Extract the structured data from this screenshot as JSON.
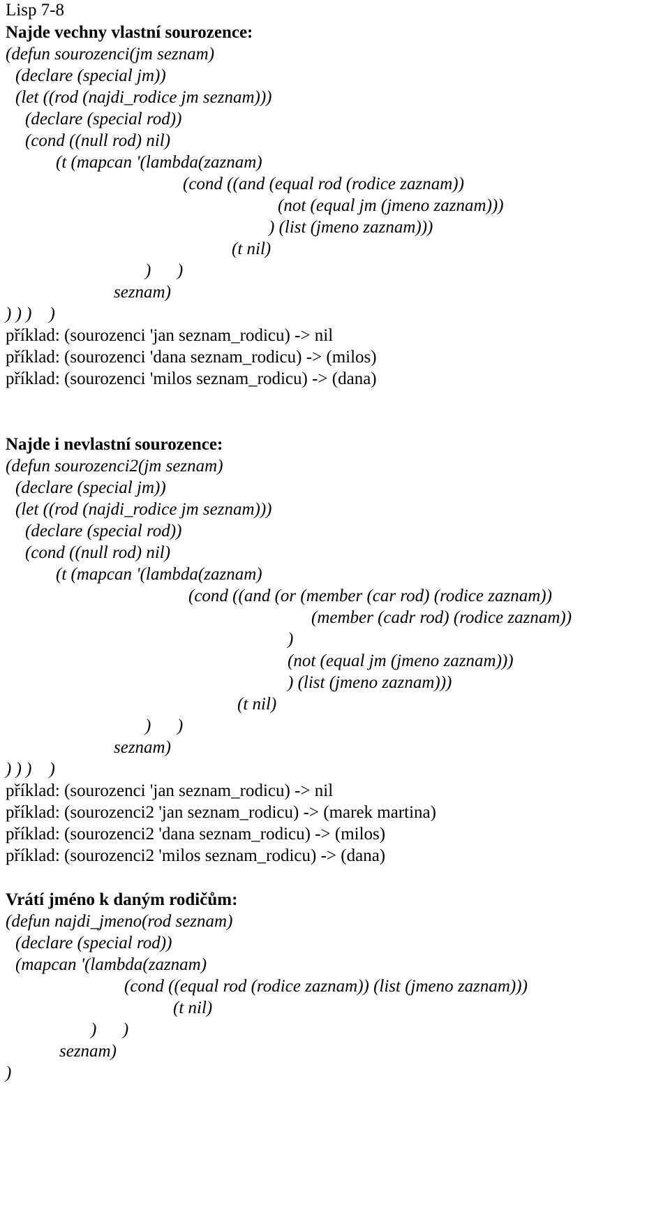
{
  "document": {
    "title": "Lisp 7-8",
    "section1": {
      "heading": "Najde vechny vlastní sourozence:",
      "code": [
        "(defun sourozenci(jm seznam)",
        "(declare (special jm))",
        "(let ((rod (najdi_rodice jm seznam)))",
        "(declare (special rod))",
        "(cond ((null rod) nil)",
        "(t (mapcan '(lambda(zaznam)",
        "(cond ((and (equal rod (rodice zaznam))",
        "(not (equal jm (jmeno zaznam)))",
        ") (list (jmeno zaznam)))",
        "(t nil)",
        ")      )",
        "seznam)",
        ") ) )    )"
      ],
      "examples": [
        "příklad: (sourozenci 'jan seznam_rodicu) -> nil",
        "příklad: (sourozenci 'dana seznam_rodicu) -> (milos)",
        "příklad: (sourozenci 'milos seznam_rodicu) -> (dana)"
      ]
    },
    "section2": {
      "heading": "Najde i nevlastní sourozence:",
      "code": [
        "(defun sourozenci2(jm seznam)",
        "(declare (special jm))",
        "(let ((rod (najdi_rodice jm seznam)))",
        "(declare (special rod))",
        "(cond ((null rod) nil)",
        "(t (mapcan '(lambda(zaznam)",
        "(cond ((and (or (member (car rod) (rodice zaznam))",
        "(member (cadr rod) (rodice zaznam))",
        ")",
        "(not (equal jm (jmeno zaznam)))",
        ") (list (jmeno zaznam)))",
        "(t nil)",
        ")      )",
        "seznam)",
        ") ) )    )"
      ],
      "examples": [
        "příklad: (sourozenci 'jan seznam_rodicu) -> nil",
        "příklad: (sourozenci2 'jan seznam_rodicu) -> (marek martina)",
        "příklad: (sourozenci2 'dana seznam_rodicu) -> (milos)",
        "příklad: (sourozenci2 'milos seznam_rodicu) -> (dana)"
      ]
    },
    "section3": {
      "heading": "Vrátí jméno k daným rodičům:",
      "code": [
        "(defun najdi_jmeno(rod seznam)",
        "(declare (special rod))",
        "(mapcan '(lambda(zaznam)",
        "(cond ((equal rod (rodice zaznam)) (list (jmeno zaznam)))",
        "(t nil)",
        ")      )",
        "seznam)",
        ")"
      ]
    }
  }
}
